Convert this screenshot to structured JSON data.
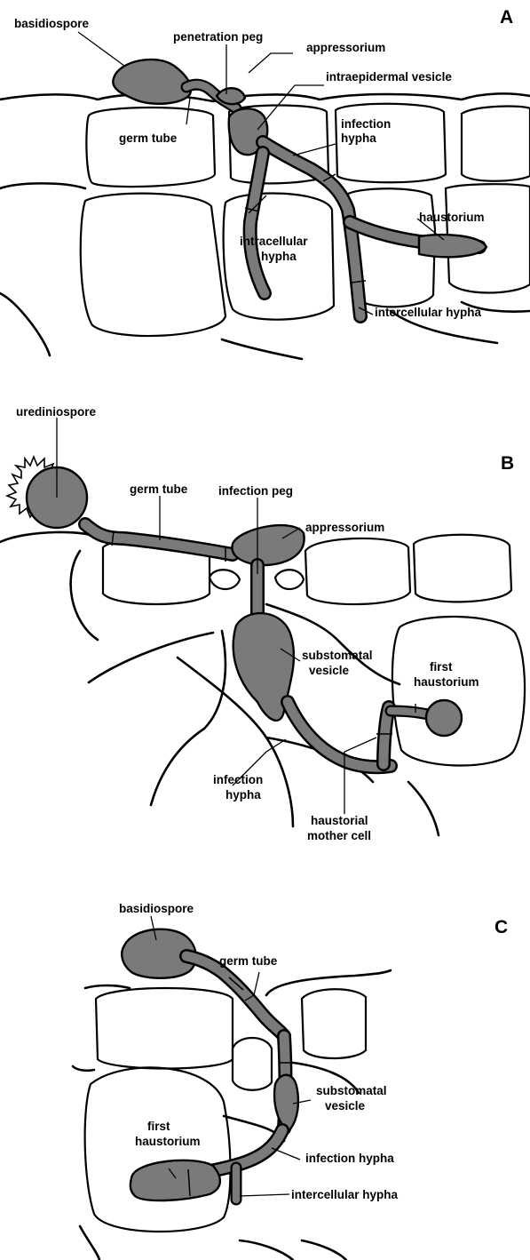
{
  "panels": [
    {
      "letter": "A",
      "labels": {
        "basidiospore": "basidiospore",
        "penetration_peg": "penetration peg",
        "appressorium": "appressorium",
        "intraepidermal_vesicle": "intraepidermal vesicle",
        "germ_tube": "germ tube",
        "infection_hypha": [
          "infection",
          "hypha"
        ],
        "haustorium": "haustorium",
        "intracellular_hypha": [
          "intracellular",
          "hypha"
        ],
        "intercellular_hypha": "intercellular hypha"
      }
    },
    {
      "letter": "B",
      "labels": {
        "urediniospore": "urediniospore",
        "germ_tube": "germ tube",
        "infection_peg": "infection peg",
        "appressorium": "appressorium",
        "substomatal_vesicle": [
          "substomatal",
          "vesicle"
        ],
        "first_haustorium": [
          "first",
          "haustorium"
        ],
        "infection_hypha": [
          "infection",
          "hypha"
        ],
        "haustorial_mother_cell": [
          "haustorial",
          "mother cell"
        ]
      }
    },
    {
      "letter": "C",
      "labels": {
        "basidiospore": "basidiospore",
        "germ_tube": "germ tube",
        "substomatal_vesicle": [
          "substomatal",
          "vesicle"
        ],
        "first_haustorium": [
          "first",
          "haustorium"
        ],
        "infection_hypha": "infection hypha",
        "intercellular_hypha": "intercellular hypha"
      }
    }
  ],
  "colors": {
    "fungus_fill": "#7a7a7a",
    "cell_wall": "#000000",
    "background": "#ffffff"
  }
}
